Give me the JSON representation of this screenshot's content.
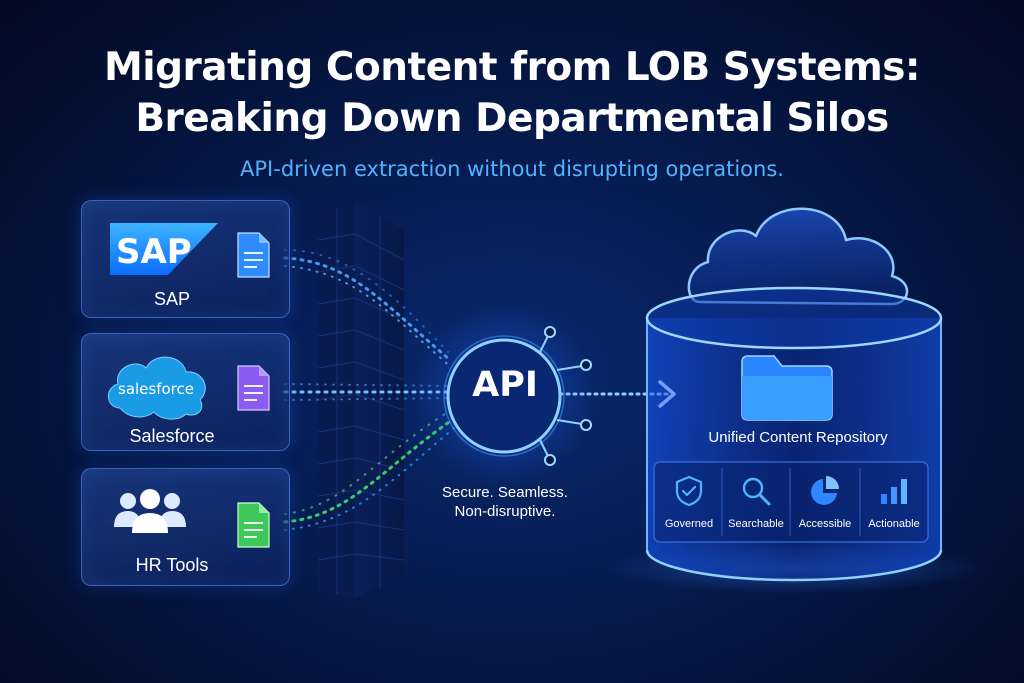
{
  "header": {
    "title_line_1": "Migrating Content from LOB Systems:",
    "title_line_2": "Breaking Down Departmental Silos",
    "subtitle": "API-driven extraction without disrupting operations."
  },
  "sources": [
    {
      "logo_text": "SAP",
      "label": "SAP",
      "doc_color": "#2f8cff",
      "icon": "sap-logo"
    },
    {
      "logo_text": "salesforce",
      "label": "Salesforce",
      "doc_color": "#8a5cf0",
      "icon": "salesforce-cloud-logo"
    },
    {
      "logo_text": "",
      "label": "HR Tools",
      "doc_color": "#3ec85a",
      "icon": "people-group-icon"
    }
  ],
  "api": {
    "label": "API",
    "tagline_line_1": "Secure. Seamless.",
    "tagline_line_2": "Non-disruptive."
  },
  "repository": {
    "label": "Unified Content Repository",
    "icon": "folder-icon",
    "features": [
      {
        "label": "Governed",
        "icon": "shield-check-icon"
      },
      {
        "label": "Searchable",
        "icon": "magnifier-icon"
      },
      {
        "label": "Accessible",
        "icon": "pie-chart-icon"
      },
      {
        "label": "Actionable",
        "icon": "bar-chart-icon"
      }
    ]
  },
  "colors": {
    "background": "#061a4c",
    "accent_cyan": "#4fb3ff",
    "sap_blue": "#1a8cff",
    "salesforce_blue": "#1a9be6",
    "hr_green": "#3ec85a",
    "repository_blue": "#1f6fff"
  }
}
